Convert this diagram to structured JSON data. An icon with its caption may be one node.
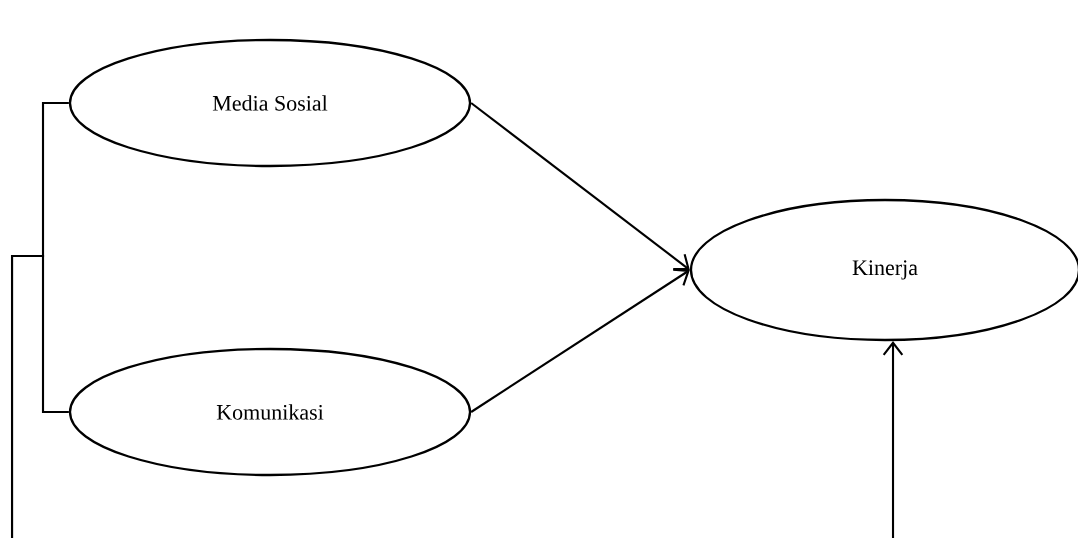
{
  "diagram": {
    "nodes": [
      {
        "text": [
          "Media Sosial"
        ]
      },
      {
        "text": [
          "Komunikasi"
        ]
      },
      {
        "text": [
          "Kinerja"
        ]
      }
    ],
    "edges": [
      {
        "from": 0,
        "to": 2,
        "arrow": "to"
      },
      {
        "from": 1,
        "to": 2,
        "arrow": "to"
      },
      {
        "from": null,
        "to": 2,
        "arrow": "to"
      },
      {
        "from": 0,
        "to": null,
        "arrow": "none"
      },
      {
        "from": 1,
        "to": null,
        "arrow": "none"
      }
    ]
  }
}
